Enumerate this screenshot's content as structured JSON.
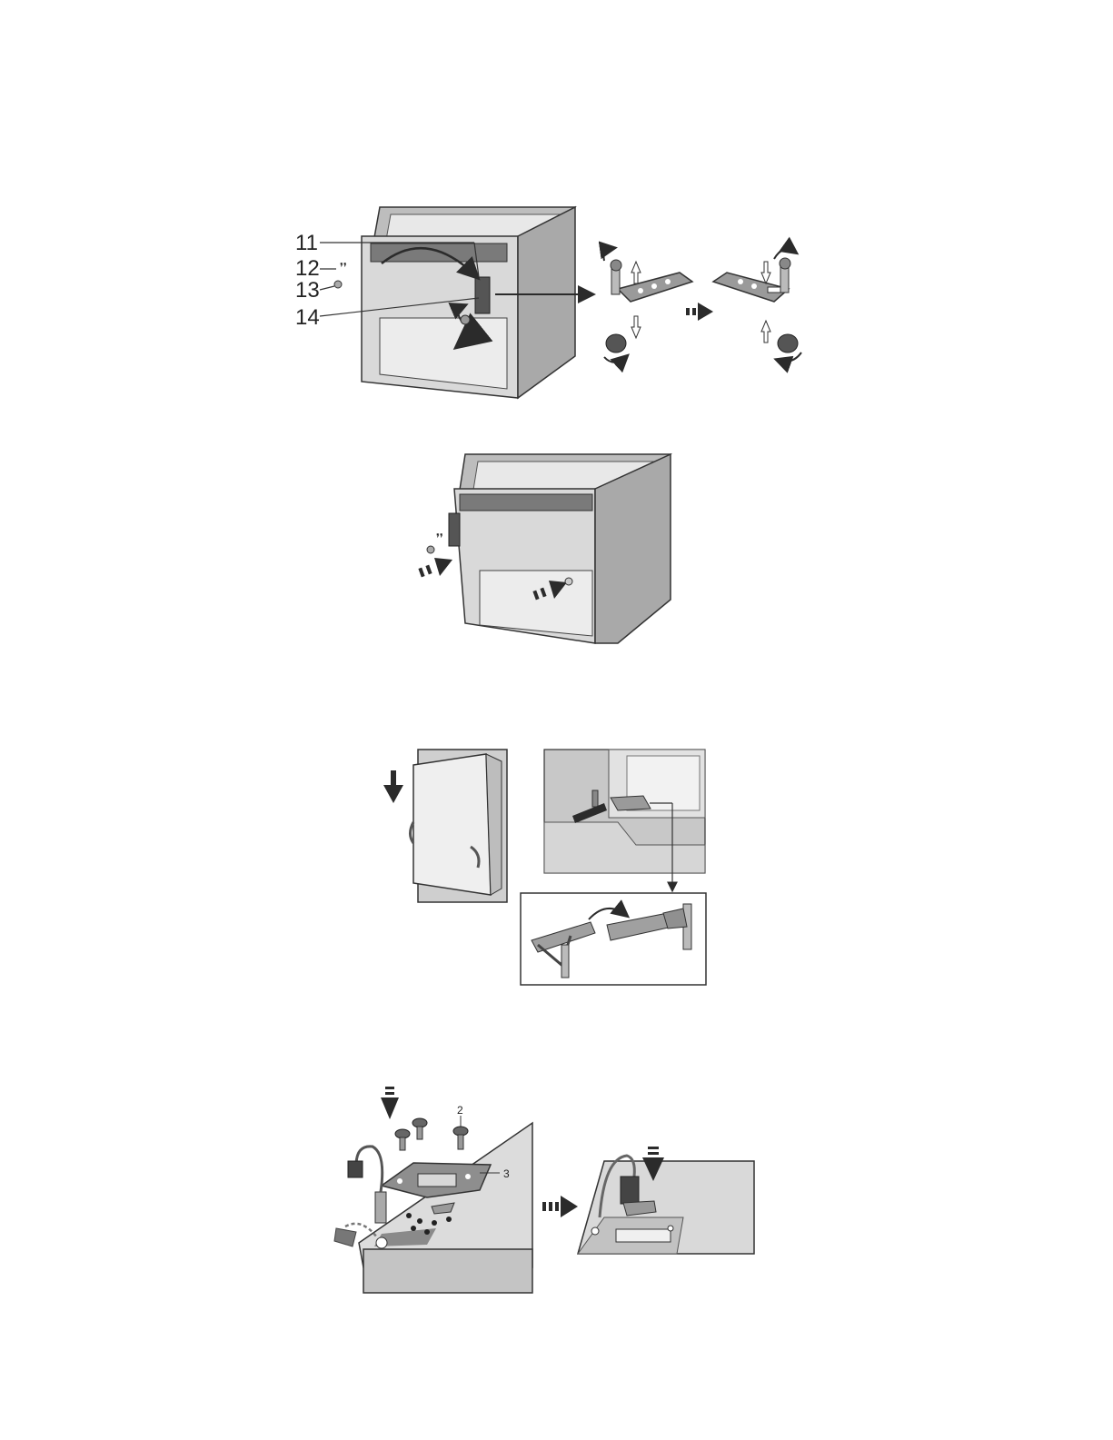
{
  "figure1": {
    "callouts": [
      {
        "id": "11",
        "text": "11"
      },
      {
        "id": "12",
        "text": "12"
      },
      {
        "id": "13",
        "text": "13"
      },
      {
        "id": "14",
        "text": "14"
      }
    ]
  },
  "figure4": {
    "callouts": [
      {
        "id": "2",
        "text": "2"
      },
      {
        "id": "3",
        "text": "3"
      }
    ]
  },
  "colors": {
    "cabinet_front": "#d9d9d9",
    "cabinet_side": "#a9a9a9",
    "cabinet_top": "#bdbdbd",
    "outline": "#333333",
    "arrow": "#2b2b2b",
    "panel_light": "#ececec"
  }
}
